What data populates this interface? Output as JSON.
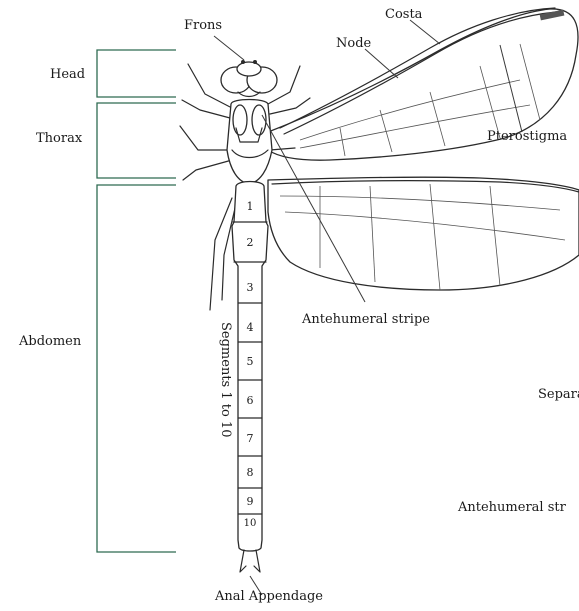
{
  "labels": {
    "frons": "Frons",
    "costa": "Costa",
    "node": "Node",
    "pterostigma": "Pterostigma",
    "antehumeral_stripe": "Antehumeral stripe",
    "separa": "Separa",
    "antehumeral_str": "Antehumeral str",
    "anal_appendage": "Anal Appendage",
    "segments": "Segments 1 to 10"
  },
  "body_regions": [
    "Head",
    "Thorax",
    "Abdomen"
  ],
  "segment_numbers": [
    "1",
    "2",
    "3",
    "4",
    "5",
    "6",
    "7",
    "8",
    "9",
    "10"
  ],
  "colors": {
    "bracket": "#2e6b52",
    "ink": "#2b2b2b"
  }
}
